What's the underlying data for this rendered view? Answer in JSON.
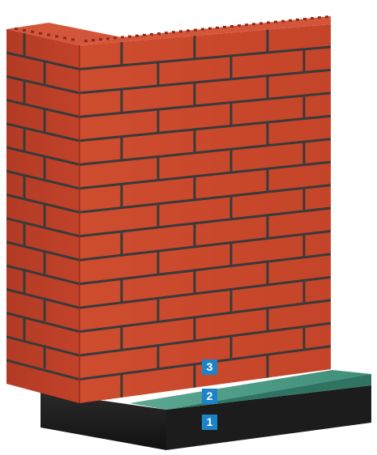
{
  "illustration": {
    "subject": "brick-wall-corner-on-foundation",
    "colors": {
      "brick": "#c4432a",
      "brick_light": "#d1502f",
      "mortar": "#3a3a3a",
      "foundation_top": "#4f9e88",
      "foundation_side": "#1f1f1f"
    }
  },
  "callouts": [
    {
      "number": "3",
      "color": "#1d83c9"
    },
    {
      "number": "2",
      "color": "#1d83c9"
    },
    {
      "number": "1",
      "color": "#1d83c9"
    }
  ]
}
